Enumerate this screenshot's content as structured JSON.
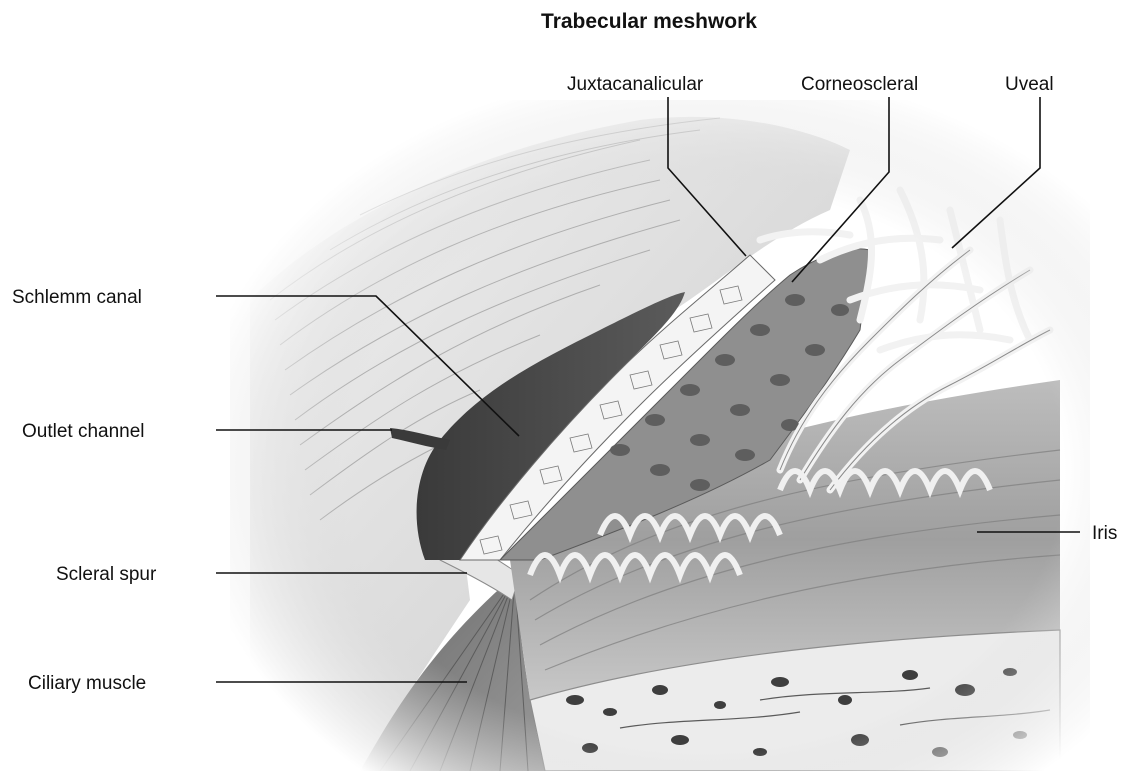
{
  "title": "Trabecular meshwork",
  "labels": {
    "juxtacanalicular": "Juxtacanalicular",
    "corneoscleral": "Corneoscleral",
    "uveal": "Uveal",
    "schlemm_canal": "Schlemm canal",
    "outlet_channel": "Outlet channel",
    "scleral_spur": "Scleral spur",
    "ciliary_muscle": "Ciliary muscle",
    "iris": "Iris"
  }
}
